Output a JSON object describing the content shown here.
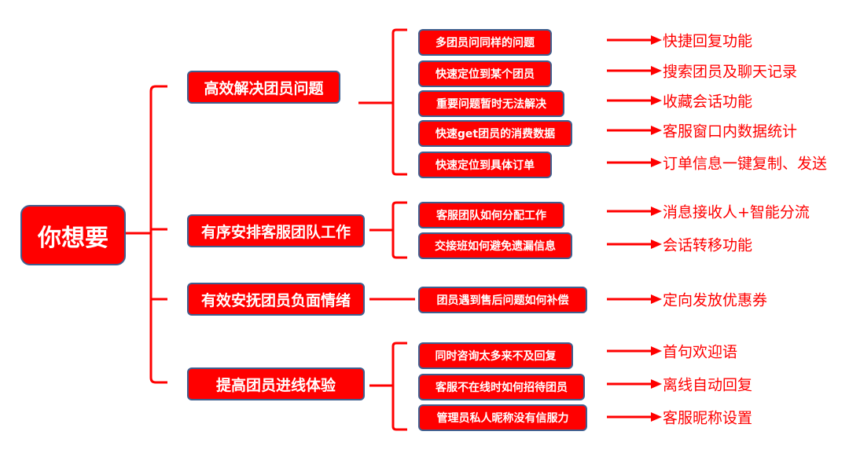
{
  "root": "你想要",
  "accent": "#ff0000",
  "groups": [
    {
      "title": "高效解决团员问题",
      "items": [
        {
          "need": "多团员问同样的问题",
          "solution": "快捷回复功能"
        },
        {
          "need": "快速定位到某个团员",
          "solution": "搜索团员及聊天记录"
        },
        {
          "need": "重要问题暂时无法解决",
          "solution": "收藏会话功能"
        },
        {
          "need": "快速get团员的消费数据",
          "solution": "客服窗口内数据统计"
        },
        {
          "need": "快速定位到具体订单",
          "solution": "订单信息一键复制、发送"
        }
      ]
    },
    {
      "title": "有序安排客服团队工作",
      "items": [
        {
          "need": "客服团队如何分配工作",
          "solution": "消息接收人+智能分流"
        },
        {
          "need": "交接班如何避免遗漏信息",
          "solution": "会话转移功能"
        }
      ]
    },
    {
      "title": "有效安抚团员负面情绪",
      "items": [
        {
          "need": "团员遇到售后问题如何补偿",
          "solution": "定向发放优惠券"
        }
      ]
    },
    {
      "title": "提高团员进线体验",
      "items": [
        {
          "need": "同时咨询太多来不及回复",
          "solution": "首句欢迎语"
        },
        {
          "need": "客服不在线时如何招待团员",
          "solution": "离线自动回复"
        },
        {
          "need": "管理员私人昵称没有信服力",
          "solution": "客服昵称设置"
        }
      ]
    }
  ]
}
